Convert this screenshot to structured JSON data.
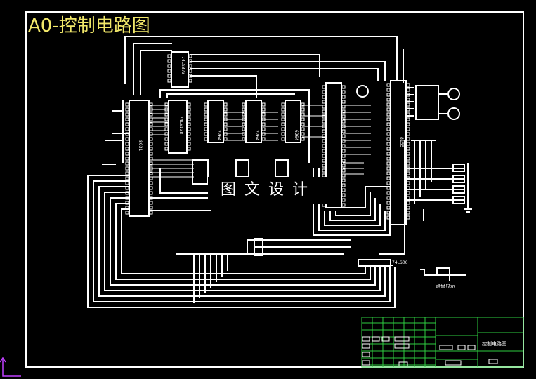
{
  "drawing": {
    "title": "A0-控制电路图",
    "watermark": "图文设计",
    "title_block_name": "控制电路图",
    "chip_labels": {
      "u1": "74LS373",
      "u2": "8031",
      "u3": "74LS138",
      "u4": "2764",
      "u5": "2764",
      "u6": "6264",
      "u7": "8155",
      "u8": "74LS06",
      "keypad_note": "键盘显示"
    }
  }
}
